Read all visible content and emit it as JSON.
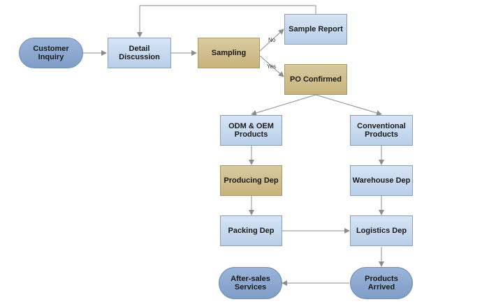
{
  "nodes": {
    "customer_inquiry": "Customer Inquiry",
    "detail_discussion": "Detail Discussion",
    "sampling": "Sampling",
    "sample_report": "Sample Report",
    "po_confirmed": "PO Confirmed",
    "odm_oem": "ODM & OEM\nProducts",
    "conventional": "Conventional\nProducts",
    "producing_dep": "Producing Dep",
    "warehouse_dep": "Warehouse Dep",
    "packing_dep": "Packing Dep",
    "logistics_dep": "Logistics Dep",
    "products_arrived": "Products Arrived",
    "after_sales": "After-sales\nServices"
  },
  "edge_labels": {
    "no": "No",
    "yes": "Yes"
  },
  "colors": {
    "box": "#c7d9ef",
    "gold": "#cfbe8c",
    "pill": "#8ba7ce",
    "arrow": "#8c8c8c"
  }
}
